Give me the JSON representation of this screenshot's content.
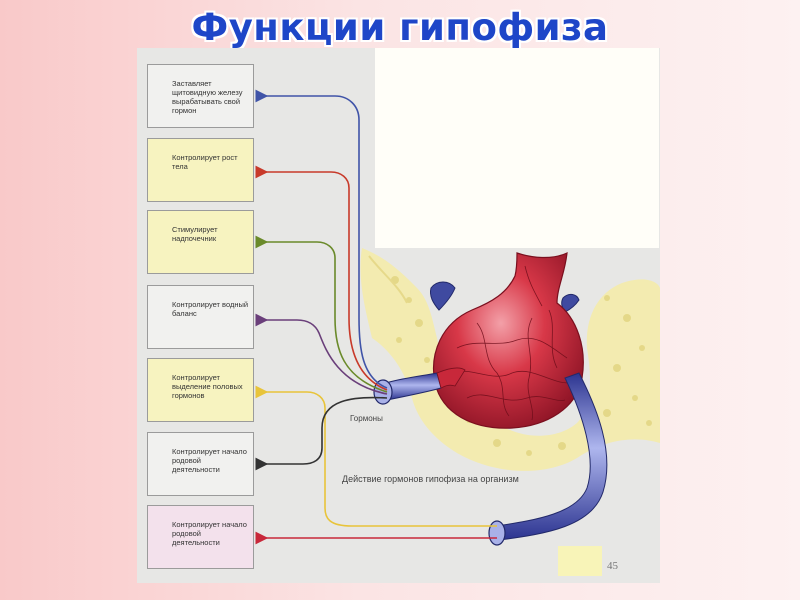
{
  "title": "Функции гипофиза",
  "boxes": [
    "Заставляет щитовидную железу вырабатывать свой гормон",
    "Контролирует рост тела",
    "Стимулирует надпочечник",
    "Контролирует водный баланс",
    "Контролирует выделение половых гормонов",
    "Контролирует начало родовой деятельности",
    "Контролирует начало родовой деятельности"
  ],
  "hormones_label": "Гормоны",
  "caption": "Действие гормонов гипофиза на организм",
  "page_number": "45",
  "colors": {
    "title": "#1e46c8",
    "arrow_blue": "#4054a8",
    "arrow_red": "#c83a2a",
    "arrow_green": "#6a8a2a",
    "arrow_purple": "#6a3f7a",
    "arrow_yellow": "#e8c43a",
    "arrow_black": "#333333",
    "gland": "#c8283a",
    "bone": "#f3ebb0",
    "vessel": "#4a56b0"
  }
}
